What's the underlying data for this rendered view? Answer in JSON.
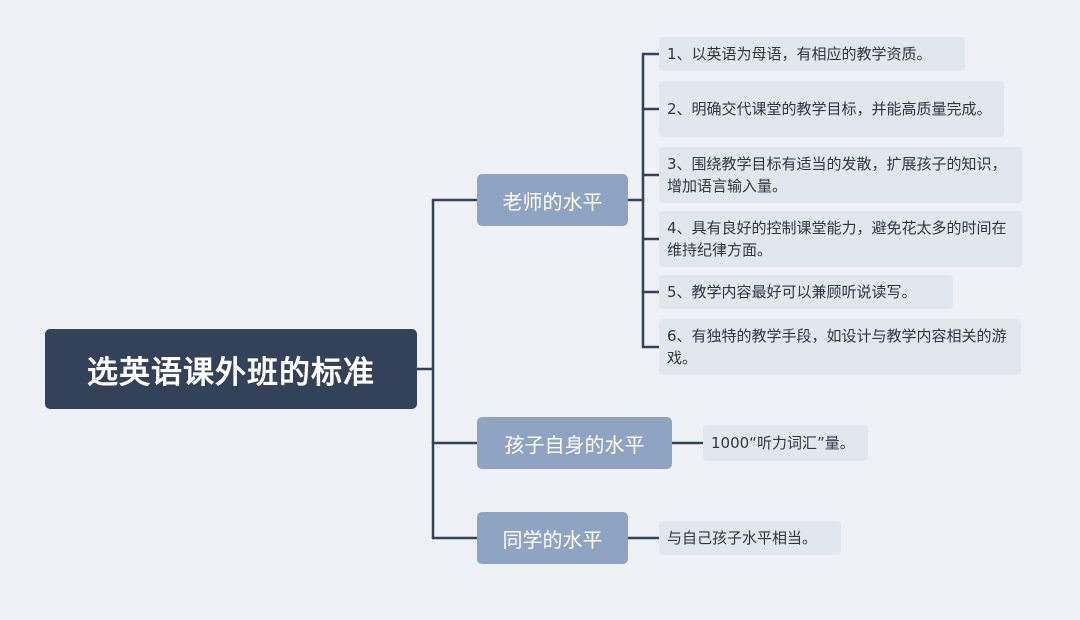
{
  "mindmap": {
    "root": {
      "label": "选英语课外班的标准"
    },
    "branches": [
      {
        "label": "老师的水平",
        "children": [
          "1、以英语为母语，有相应的教学资质。",
          "2、明确交代课堂的教学目标，并能高质量完成。",
          "3、围绕教学目标有适当的发散，扩展孩子的知识，增加语言输入量。",
          "4、具有良好的控制课堂能力，避免花太多的时间在维持纪律方面。",
          "5、教学内容最好可以兼顾听说读写。",
          "6、有独特的教学手段，如设计与教学内容相关的游戏。"
        ]
      },
      {
        "label": "孩子自身的水平",
        "children": [
          "1000“听力词汇”量。"
        ]
      },
      {
        "label": "同学的水平",
        "children": [
          "与自己孩子水平相当。"
        ]
      }
    ]
  },
  "colors": {
    "background": "#eef2f7",
    "root_fill": "#334159",
    "branch_fill": "#8fa3c2",
    "leaf_fill": "#e2e7ee",
    "connector": "#334159",
    "text_dark": "#2f3640",
    "text_light": "#ffffff"
  }
}
